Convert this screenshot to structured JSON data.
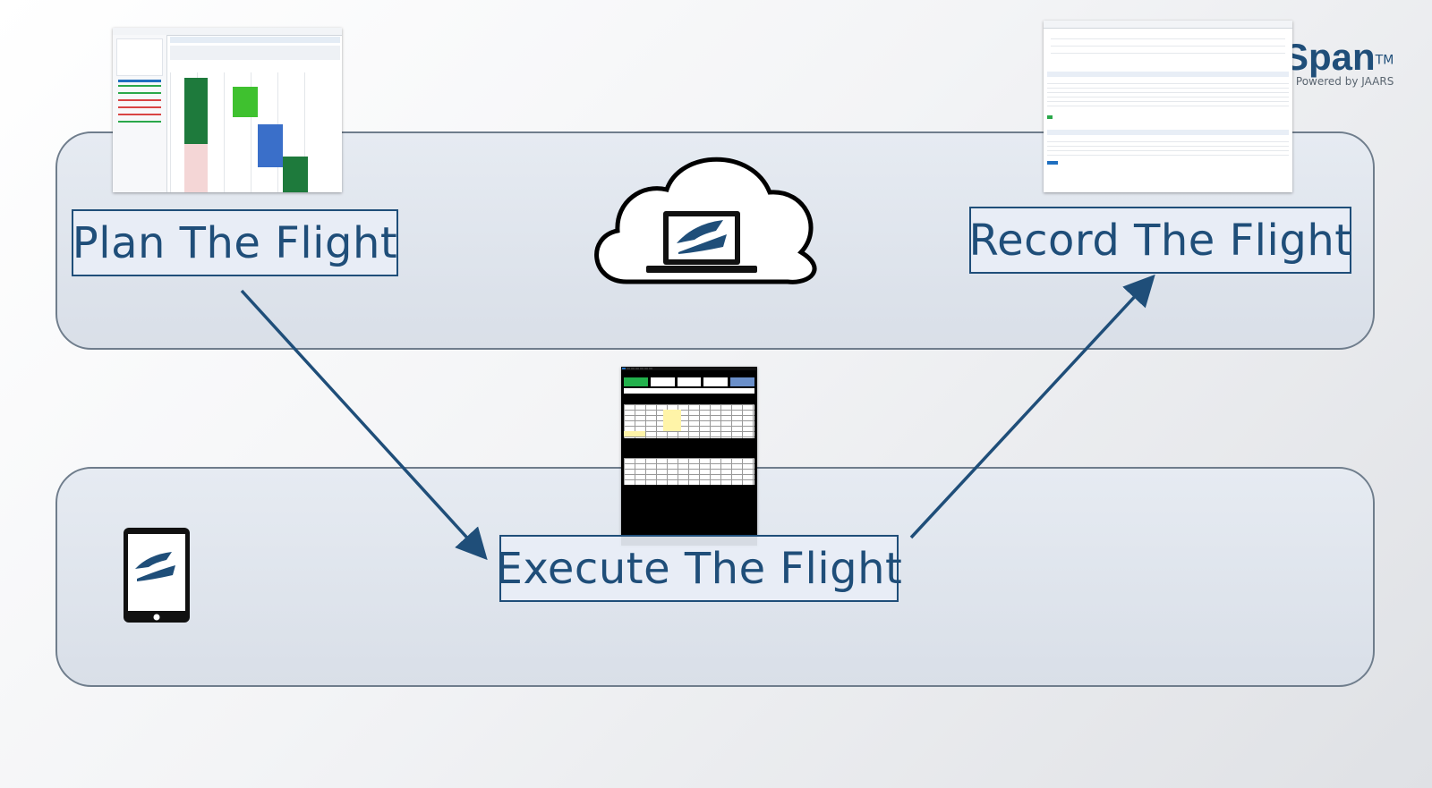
{
  "labels": {
    "plan": "Plan The Flight",
    "record": "Record The Flight",
    "execute": "Execute The Flight"
  },
  "logo": {
    "text": "tSpan",
    "trademark": "TM",
    "powered_by": "Powered by JAARS"
  },
  "icons": {
    "cloud": "cloud-laptop-icon",
    "tablet": "tablet-icon"
  },
  "colors": {
    "accent": "#1f4e79",
    "band_border": "#6f7d8c",
    "band_fill": "#dde3ec"
  }
}
